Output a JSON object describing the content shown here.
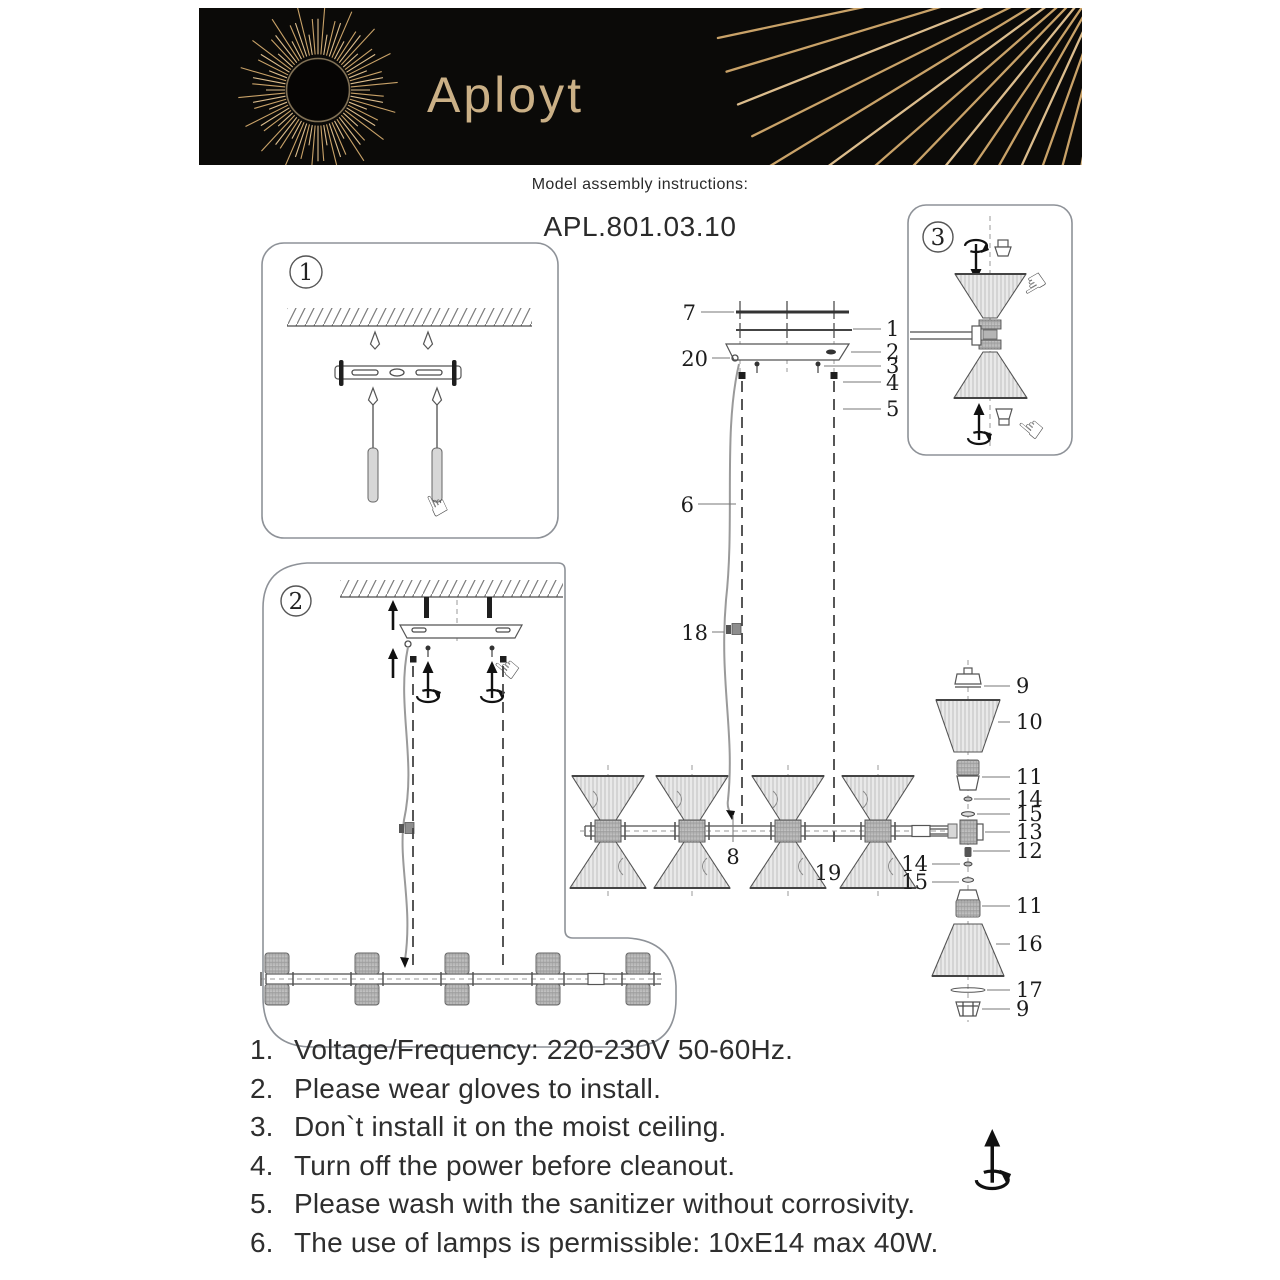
{
  "brand": {
    "name": "Aployt"
  },
  "title": {
    "heading": "Model assembly instructions:",
    "model": "APL.801.03.10"
  },
  "steps": {
    "step1": "1",
    "step2": "2",
    "step3": "3"
  },
  "parts": {
    "p1": "1",
    "p2": "2",
    "p3": "3",
    "p4": "4",
    "p5": "5",
    "p6": "6",
    "p7": "7",
    "p8": "8",
    "p9": "9",
    "p10": "10",
    "p11": "11",
    "p12": "12",
    "p13": "13",
    "p14": "14",
    "p15": "15",
    "p16": "16",
    "p17": "17",
    "p18": "18",
    "p19": "19",
    "p20": "20"
  },
  "icons": {
    "hand": "☞"
  },
  "instructions": [
    {
      "num": "1.",
      "text": "Voltage/Frequency: 220-230V 50-60Hz."
    },
    {
      "num": "2.",
      "text": "Please wear gloves to install."
    },
    {
      "num": "3.",
      "text": "Don`t install it on the moist ceiling."
    },
    {
      "num": "4.",
      "text": "Turn off the power before cleanout."
    },
    {
      "num": "5.",
      "text": "Please wash with the sanitizer without corrosivity."
    },
    {
      "num": "6.",
      "text": "The use of lamps is permissible: 10xE14 max 40W."
    }
  ],
  "colors": {
    "banner": "#0b0a08",
    "gold": "#c9a268",
    "gold_bright": "#dcbd8d",
    "ink": "#2e2e2e"
  }
}
